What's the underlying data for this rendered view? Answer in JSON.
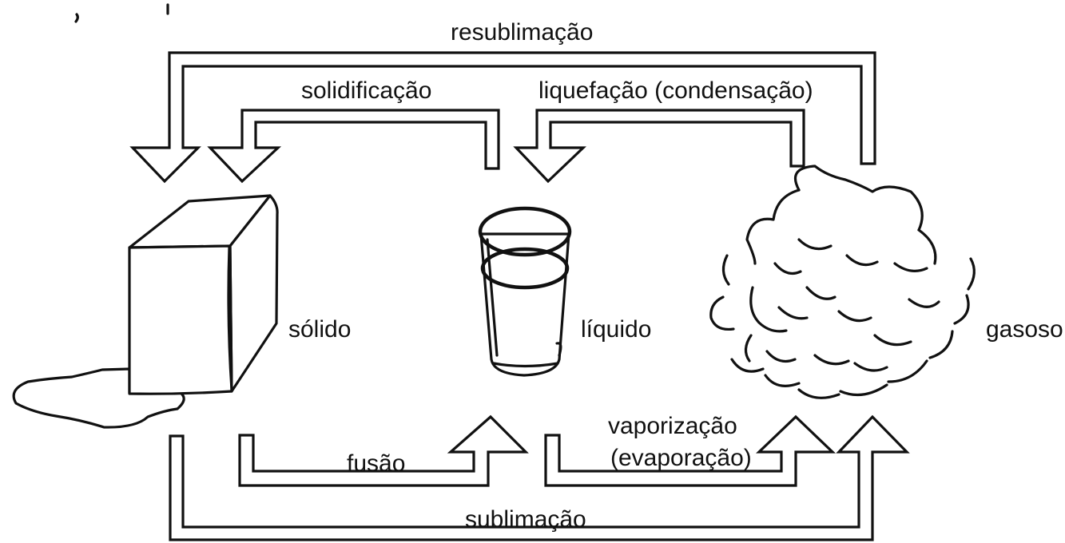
{
  "states": {
    "solid": "sólido",
    "liquid": "líquido",
    "gas": "gasoso"
  },
  "transitions": {
    "resublimation": "resublimação",
    "solidification": "solidificação",
    "liquefaction": "liquefação (condensação)",
    "fusion": "fusão",
    "vaporization_line1": "vaporização",
    "vaporization_line2": "(evaporação)",
    "sublimation": "sublimação"
  },
  "colors": {
    "ink": "#111111",
    "background": "#ffffff"
  }
}
